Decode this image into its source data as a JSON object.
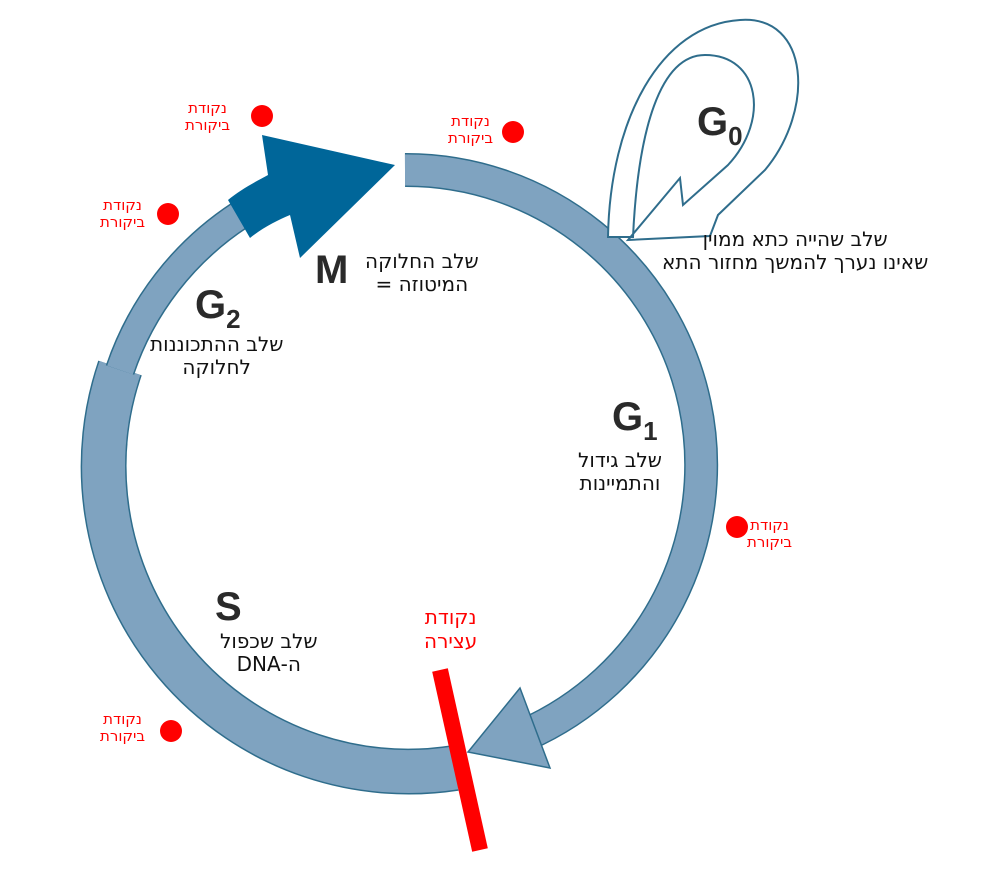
{
  "phases": {
    "M": {
      "letter": "M",
      "line1": "שלב החלוקה",
      "line2": "המיטוזה ="
    },
    "G1": {
      "letter": "G",
      "sub": "1",
      "line1": "שלב גידול",
      "line2": "והתמיינות"
    },
    "G2": {
      "letter": "G",
      "sub": "2",
      "line1": "שלב ההתכוננות",
      "line2": "לחלוקה"
    },
    "S": {
      "letter": "S",
      "line1": "שלב שכפול",
      "line2": "ה-DNA"
    },
    "G0": {
      "letter": "G",
      "sub": "0",
      "line1": "שלב שהייה כתא ממוין",
      "line2": "שאינו נערך להמשך מחזור התא"
    }
  },
  "checkpoint": {
    "line1": "נקודת",
    "line2": "ביקורת"
  },
  "stop_point": {
    "line1": "נקודת",
    "line2": "עצירה"
  },
  "colors": {
    "ring": "#7fa3c0",
    "ring_stroke": "#2f6d8c",
    "m_arrow": "#006699",
    "red": "#ff0000"
  }
}
